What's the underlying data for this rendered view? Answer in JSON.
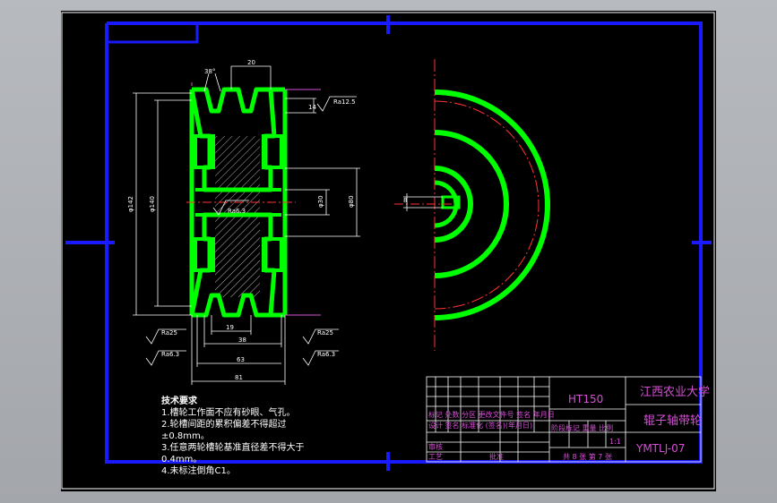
{
  "drawing": {
    "school": "江西农业大学",
    "part_name": "辊子轴带轮",
    "material": "HT150",
    "code": "YMTLJ-07",
    "scale": "1:1",
    "sheet_info": "共 8 张 第 7 张",
    "review_label": "审核",
    "process_label": "工艺",
    "approve_label": "批准",
    "title_row1": "标记 处数 分区 更改文件号 签名 年月日",
    "title_row2": "设计 签名 标准化 (签名)(年月日)",
    "title_row3": "阶段标记 重量 比例",
    "colors": {
      "frame": "#1a1aff",
      "outline": "#00ff00",
      "center": "#ff3333",
      "dim": "#ffffff",
      "leader": "#d64fd6"
    }
  },
  "dimensions": {
    "angle": "38°",
    "pitch_top": "20",
    "ra_top": "Ra12.5",
    "dim_h": "14",
    "dia_outer": "φ142",
    "dia_inner": "φ140",
    "ra_bore": "Ra6.3",
    "dia_hub": "φ80",
    "dia_key": "φ30",
    "dim_19": "19",
    "dim_38": "38",
    "dim_63": "63",
    "dim_81": "81",
    "ra_left1": "Ra25",
    "ra_left2": "Ra6.3",
    "ra_right1": "Ra25",
    "ra_right2": "Ra6.3",
    "side_dim": "8"
  },
  "requirements": {
    "title": "技术要求",
    "items": [
      "1.槽轮工作面不应有砂眼、气孔。",
      "2.轮槽间距的累积偏差不得超过",
      "±0.8mm。",
      "3.任意两轮槽轮基准直径差不得大于",
      "0.4mm。",
      "4.未标注倒角C1。"
    ]
  }
}
